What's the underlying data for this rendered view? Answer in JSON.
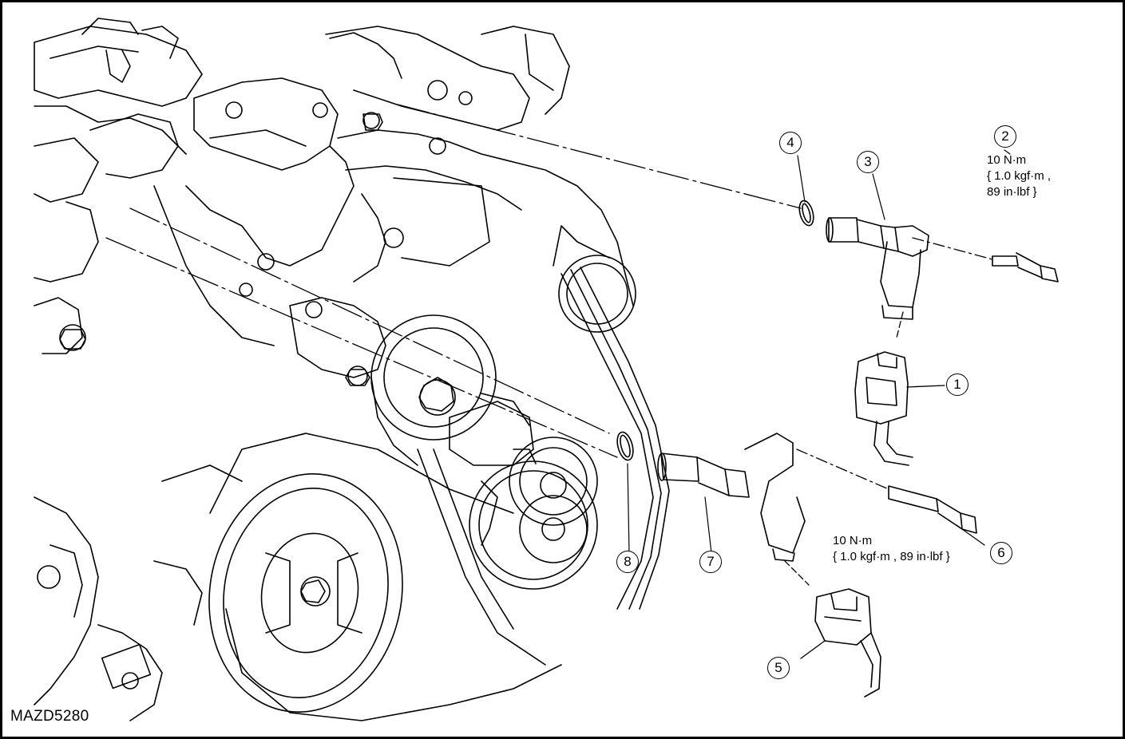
{
  "figure": {
    "id": "MAZD5280"
  },
  "callouts": [
    {
      "number": "1"
    },
    {
      "number": "2"
    },
    {
      "number": "3"
    },
    {
      "number": "4"
    },
    {
      "number": "5"
    },
    {
      "number": "6"
    },
    {
      "number": "7"
    },
    {
      "number": "8"
    }
  ],
  "torque_upper": {
    "line1": "10 N·m",
    "line2": "{ 1.0 kgf·m ,",
    "line3": "89 in·lbf }"
  },
  "torque_lower": {
    "line1": "10 N·m",
    "line2": "{ 1.0 kgf·m , 89 in·lbf }"
  }
}
